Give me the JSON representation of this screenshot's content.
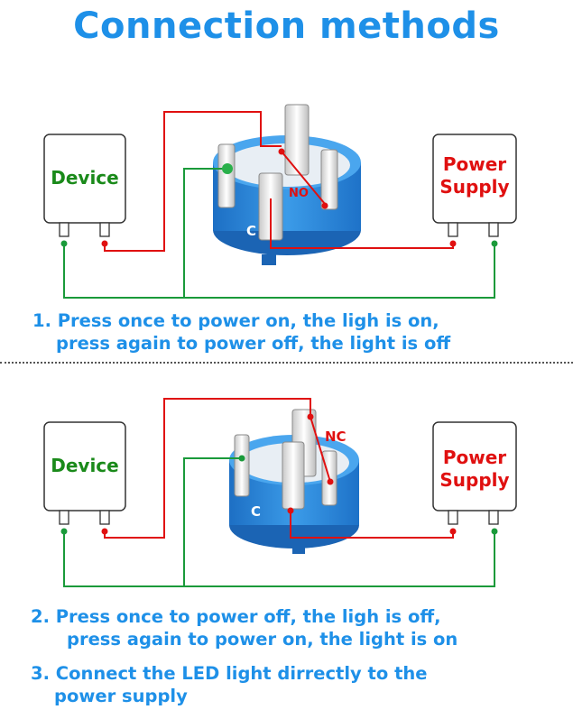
{
  "title": "Connection methods",
  "diagram1": {
    "device_label": "Device",
    "power_label_line1": "Power",
    "power_label_line2": "Supply",
    "terminal_no": "NO",
    "terminal_c": "C",
    "caption_line1": "1. Press once to power on, the ligh is on,",
    "caption_line2": "press again to power off, the light is off"
  },
  "diagram2": {
    "device_label": "Device",
    "power_label_line1": "Power",
    "power_label_line2": "Supply",
    "terminal_nc": "NC",
    "terminal_c": "C",
    "caption_line1": "2. Press once to power off, the ligh is off,",
    "caption_line2": "press again to power on, the light is on"
  },
  "note3": {
    "line1": "3. Connect the LED light dirrectly to the",
    "line2": "power supply"
  },
  "colors": {
    "title": "#1e90e8",
    "device_text": "#1a8a1a",
    "power_text": "#e01010",
    "wire_red": "#e01010",
    "wire_green": "#1a9a3a",
    "switch_blue": "#2a86d6"
  }
}
